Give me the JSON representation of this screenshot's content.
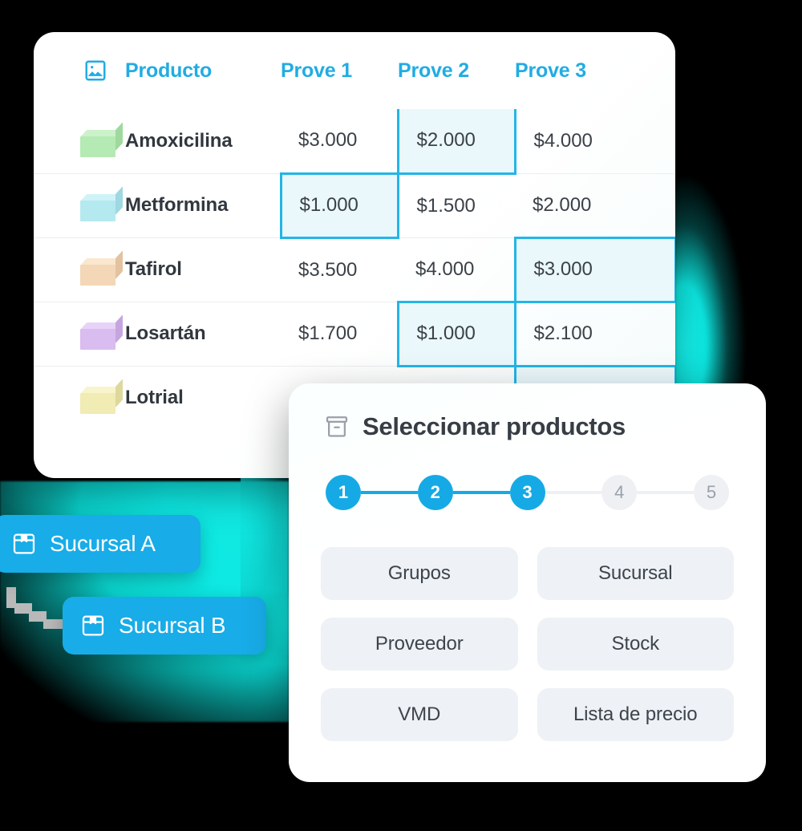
{
  "theme": {
    "accent_blue": "#18ACE8",
    "header_blue": "#21ACE3",
    "highlight_border": "#23B5E8",
    "highlight_fill": "#EAF8FC",
    "glow_cyan": "#0EE9E4",
    "background": "#000000",
    "option_bg": "#EEF1F5",
    "text_dark": "#373D44"
  },
  "table_card": {
    "image_column_icon": "image-icon",
    "columns": [
      {
        "key": "image",
        "label": ""
      },
      {
        "key": "product",
        "label": "Producto"
      },
      {
        "key": "prove1",
        "label": "Prove 1"
      },
      {
        "key": "prove2",
        "label": "Prove 2"
      },
      {
        "key": "prove3",
        "label": "Prove 3"
      }
    ],
    "rows": [
      {
        "swatch": "#B6EAB4",
        "swatch_top": "#CCF2CA",
        "swatch_side": "#9FD99D",
        "product": "Amoxicilina",
        "prove1": "$3.000",
        "prove2": "$2.000",
        "prove3": "$4.000",
        "highlight": "prove2"
      },
      {
        "swatch": "#B5E9F0",
        "swatch_top": "#CEF3F7",
        "swatch_side": "#9ED8E1",
        "product": "Metformina",
        "prove1": "$1.000",
        "prove2": "$1.500",
        "prove3": "$2.000",
        "highlight": "prove1"
      },
      {
        "swatch": "#F3D7B7",
        "swatch_top": "#FAE7CD",
        "swatch_side": "#E3C2A0",
        "product": "Tafirol",
        "prove1": "$3.500",
        "prove2": "$4.000",
        "prove3": "$3.000",
        "highlight": "prove3"
      },
      {
        "swatch": "#D9BCF0",
        "swatch_top": "#E8D3F8",
        "swatch_side": "#C5A5DF",
        "product": "Losartán",
        "prove1": "$1.700",
        "prove2": "$1.000",
        "prove3": "$2.100",
        "highlight": "prove2"
      },
      {
        "swatch": "#F1EBB4",
        "swatch_top": "#F8F4CC",
        "swatch_side": "#DED89D",
        "product": "Lotrial",
        "prove1": "",
        "prove2": "",
        "prove3": "",
        "highlight": "prove3"
      }
    ]
  },
  "modal": {
    "icon": "archive-box-icon",
    "title": "Seleccionar productos",
    "stepper": {
      "steps": [
        {
          "number": "1",
          "state": "active"
        },
        {
          "number": "2",
          "state": "active"
        },
        {
          "number": "3",
          "state": "active"
        },
        {
          "number": "4",
          "state": "inactive"
        },
        {
          "number": "5",
          "state": "inactive"
        }
      ]
    },
    "options": [
      "Grupos",
      "Sucursal",
      "Proveedor",
      "Stock",
      "VMD",
      "Lista de precio"
    ]
  },
  "badges": [
    {
      "icon": "package-box-icon",
      "label": "Sucursal A"
    },
    {
      "icon": "package-box-icon",
      "label": "Sucursal B"
    }
  ]
}
